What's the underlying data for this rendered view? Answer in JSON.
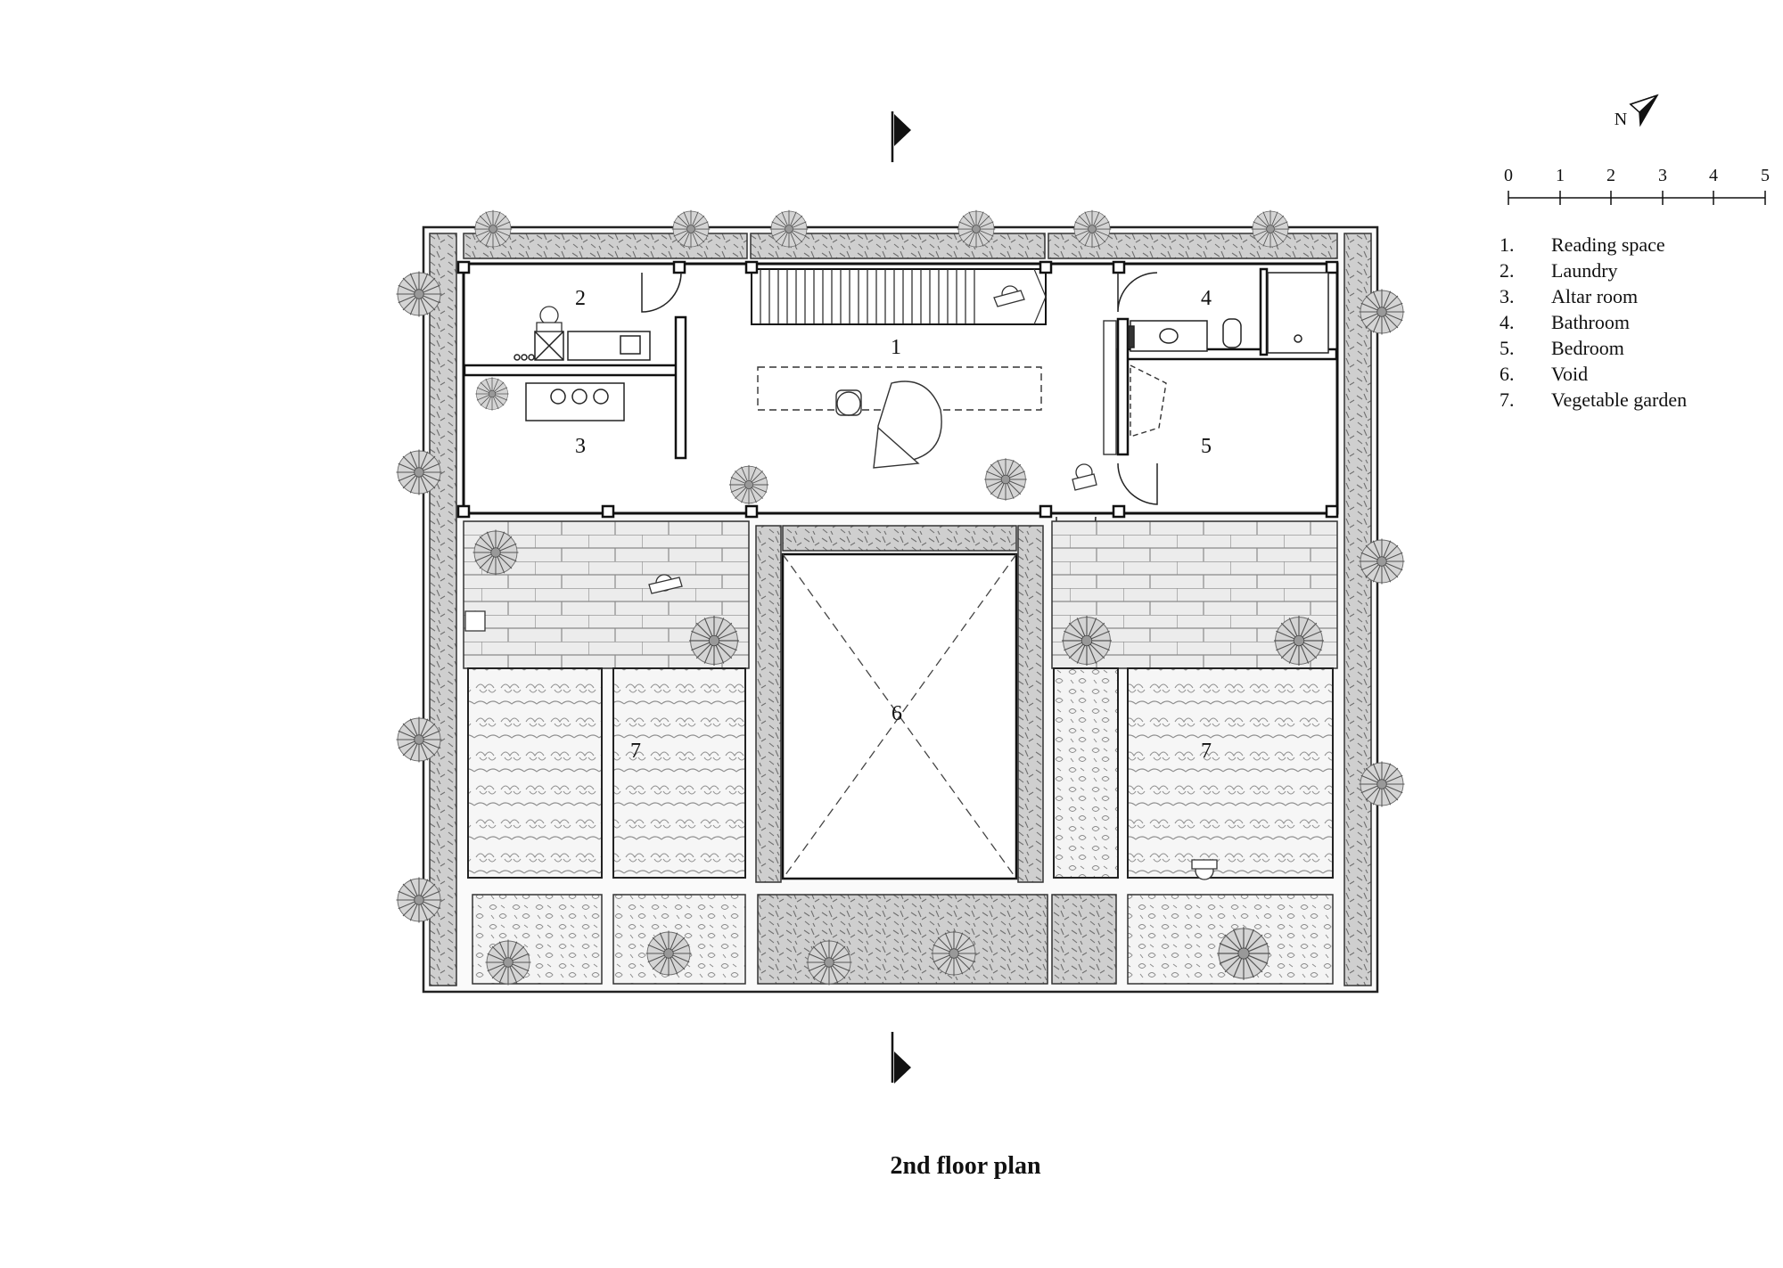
{
  "title": "2nd floor plan",
  "north_label": "N",
  "scale": {
    "ticks": [
      "0",
      "1",
      "2",
      "3",
      "4",
      "5"
    ]
  },
  "legend": [
    {
      "num": "1.",
      "name": "Reading space"
    },
    {
      "num": "2.",
      "name": "Laundry"
    },
    {
      "num": "3.",
      "name": "Altar room"
    },
    {
      "num": "4.",
      "name": "Bathroom"
    },
    {
      "num": "5.",
      "name": "Bedroom"
    },
    {
      "num": "6.",
      "name": "Void"
    },
    {
      "num": "7.",
      "name": "Vegetable garden"
    }
  ],
  "room_labels": {
    "reading_space": "1",
    "laundry": "2",
    "altar_room": "3",
    "bathroom": "4",
    "bedroom": "5",
    "void": "6",
    "garden_left": "7",
    "garden_right": "7"
  },
  "colors": {
    "line": "#222222",
    "paving": "#e6e6e6",
    "greenery": "#9a9a9a",
    "garden_bed": "#d2d2d2"
  }
}
